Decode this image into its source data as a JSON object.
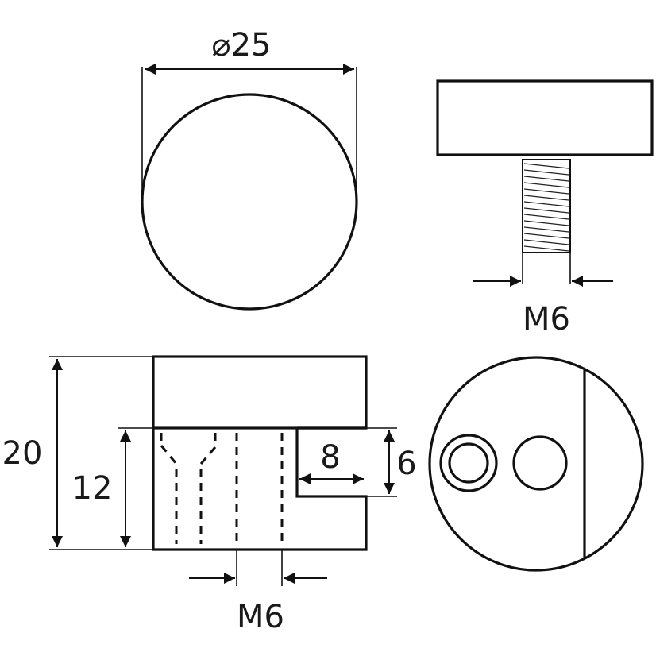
{
  "dimensions": {
    "diameter": "⌀25",
    "thread_side_view": "M6",
    "height_total": "20",
    "height_lower": "12",
    "slot_width": "8",
    "slot_height": "6",
    "thread_section_view": "M6"
  },
  "colors": {
    "line": "#111111",
    "background": "#ffffff"
  }
}
